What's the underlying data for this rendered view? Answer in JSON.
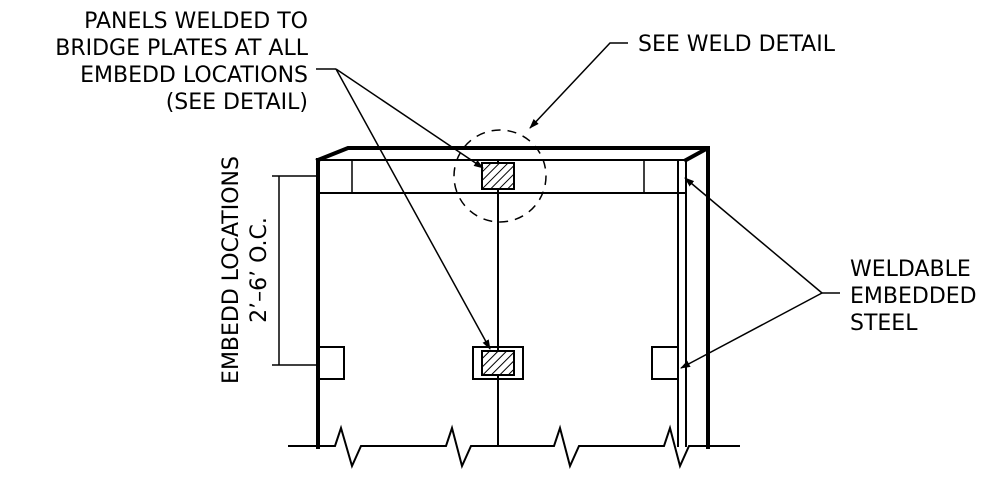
{
  "notes": {
    "panels_welded": [
      "PANELS WELDED TO",
      "BRIDGE PLATES AT ALL",
      "EMBEDD LOCATIONS",
      "(SEE DETAIL)"
    ],
    "see_weld_detail": "SEE WELD DETAIL",
    "weldable_steel": [
      "WELDABLE",
      "EMBEDDED",
      "STEEL"
    ]
  },
  "dimension": {
    "line1": "EMBEDD LOCATIONS",
    "line2": "2’–6’ O.C."
  },
  "colors": {
    "ink": "#000000",
    "paper": "#ffffff"
  }
}
